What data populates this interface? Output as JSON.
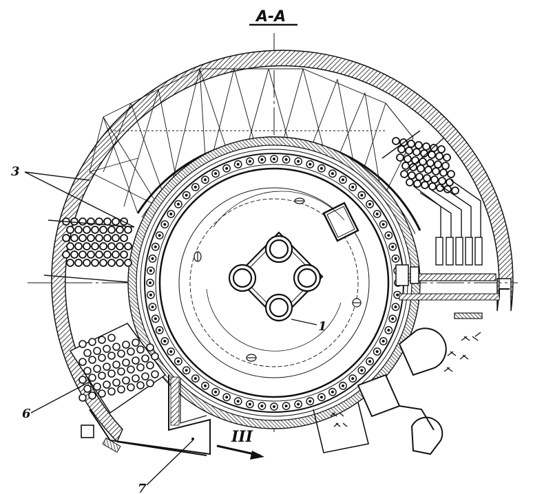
{
  "section_title": "A-A",
  "labels": {
    "item_1": "1",
    "item_3": "3",
    "item_6": "6",
    "item_7": "7",
    "view_arrow": "III"
  },
  "colors": {
    "ink": "#111111",
    "paper": "#ffffff"
  }
}
